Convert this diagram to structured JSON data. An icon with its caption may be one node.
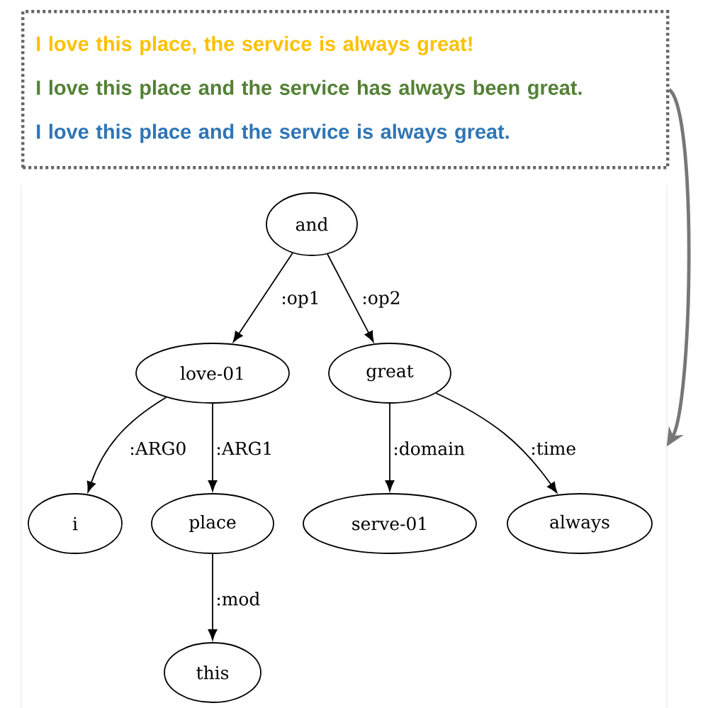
{
  "diagram": {
    "nodes": [
      {
        "text": [
          "I love this place, the service is always great!",
          "I love this place and the service has always been great.",
          "I love this place and the service is always great."
        ]
      },
      {
        "text": [],
        "shape": "box"
      },
      {
        "text": [
          "and"
        ],
        "in": 1
      },
      {
        "text": [
          "love-01"
        ],
        "in": 1
      },
      {
        "text": [
          "great"
        ],
        "in": 1
      },
      {
        "text": [
          "i"
        ],
        "in": 1
      },
      {
        "text": [
          "place"
        ],
        "in": 1
      },
      {
        "text": [
          "serve-01"
        ],
        "in": 1
      },
      {
        "text": [
          "always"
        ],
        "in": 1
      },
      {
        "text": [
          "this"
        ],
        "in": 1
      }
    ],
    "edges": [
      {
        "from": 0,
        "to": 1,
        "arrow": "to",
        "style": "thick",
        "color": "#777777"
      },
      {
        "from": 2,
        "to": 3,
        "arrow": "to",
        "label": ":op1"
      },
      {
        "from": 2,
        "to": 4,
        "arrow": "to",
        "label": ":op2"
      },
      {
        "from": 3,
        "to": 5,
        "arrow": "to",
        "label": ":ARG0"
      },
      {
        "from": 3,
        "to": 6,
        "arrow": "to",
        "label": ":ARG1"
      },
      {
        "from": 4,
        "to": 7,
        "arrow": "to",
        "label": ":domain"
      },
      {
        "from": 4,
        "to": 8,
        "arrow": "to",
        "label": ":time"
      },
      {
        "from": 6,
        "to": 9,
        "arrow": "to",
        "label": ":mod"
      }
    ]
  }
}
